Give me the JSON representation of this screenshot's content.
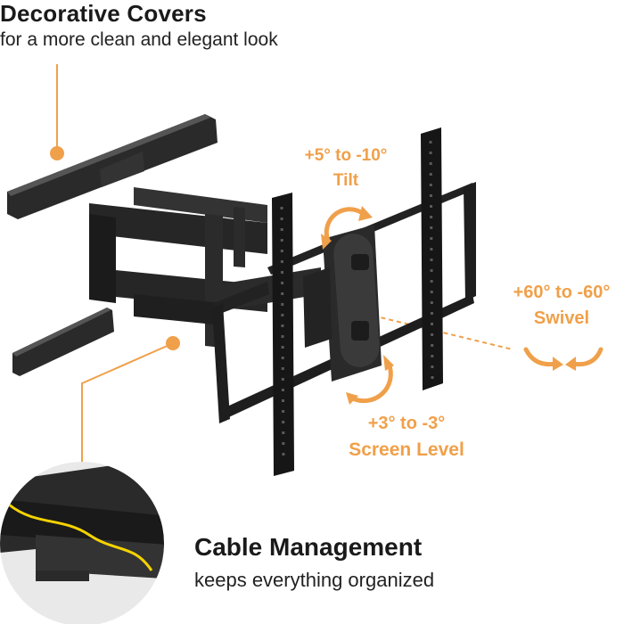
{
  "decorative_covers": {
    "title": "Decorative Covers",
    "subtitle": "for a more clean and elegant look"
  },
  "tilt": {
    "range": "+5° to -10°",
    "label": "Tilt"
  },
  "swivel": {
    "range": "+60° to -60°",
    "label": "Swivel"
  },
  "screen_level": {
    "range": "+3° to -3°",
    "label": "Screen Level"
  },
  "cable_management": {
    "title": "Cable Management",
    "subtitle": "keeps everything organized"
  },
  "colors": {
    "accent": "#f0a04a",
    "mount": "#1e1e1e",
    "text": "#1a1a1a"
  }
}
